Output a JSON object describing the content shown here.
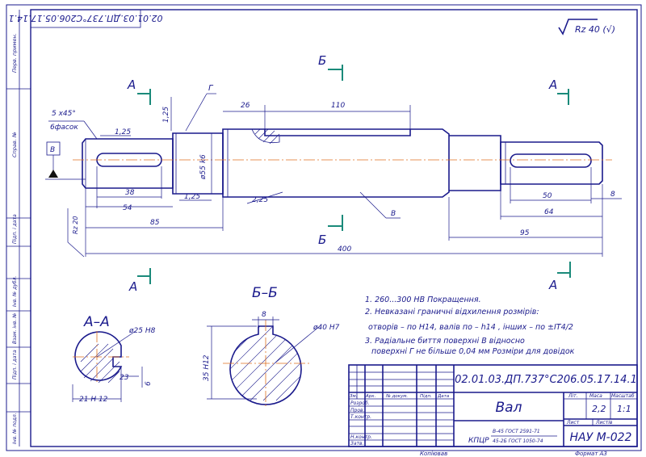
{
  "stamp_rotated": "02.01.03.ДП.737°С206.05.17.14.1",
  "roughness": "Rz 40 (√)",
  "section_labels": {
    "a": "А",
    "b": "Б",
    "aa": "А–А",
    "bb": "Б–Б"
  },
  "dimensions": {
    "chamfer": "5 x45°",
    "chamfer_count": "6фасок",
    "datum": "В",
    "leader_g": "Г",
    "leader_v": "В",
    "r125_left": "1,25",
    "r125_shoulder": "1,25",
    "r125_bottom": "1,25",
    "r225": "2,25",
    "d26": "26",
    "d110": "110",
    "d38": "38",
    "d54": "54",
    "d85": "85",
    "d400": "400",
    "d50": "50",
    "d64": "64",
    "d95": "95",
    "d8": "8",
    "rz20": "Rz 20",
    "phi55": "ø55 k6",
    "phi25": "ø25 H8",
    "phi40": "ø40 H7",
    "aa_21": "21 H 12",
    "aa_23": "23",
    "aa_6": "6",
    "bb_8": "8",
    "bb_35": "35 H12"
  },
  "notes": [
    "1. 260...300 HB Покращення.",
    "2. Невказані граничні відхилення розмірів:",
    "отворів – по H14, валів по – h14 , інших – по  ±IT4/2",
    "3. Радіальне биття поверхні В відносно",
    "поверхні Г не більше 0,04 мм Розміри для довідок"
  ],
  "title_block": {
    "doc_code": "02.01.03.ДП.737°С206.05.17.14.1",
    "part_name": "Вал",
    "head_cols": [
      "Зм.",
      "Арк.",
      "№ докум.",
      "Підп.",
      "Дата"
    ],
    "roles": [
      "Розроб.",
      "Пров.",
      "Т.контр.",
      "",
      "Н.контр.",
      "Затв."
    ],
    "lit": "Літ.",
    "mass_label": "Маса",
    "scale_label": "Масштаб",
    "mass": "2,2",
    "scale": "1:1",
    "sheet": "Лист",
    "sheets": "Листів",
    "material_main": "КПЦР",
    "material_top": "В-45 ГОСТ 2591-71",
    "material_bottom": "45-2Б ГОСТ 1050-74",
    "org": "НАУ  М-022",
    "copied": "Копіював",
    "format": "Формат    А3"
  },
  "side_labels": [
    "Перв. примен.",
    "Справ. №",
    "Підп. і дата",
    "Інв. № дубл.",
    "Взам. інв. №",
    "Підп. і дата",
    "Інв. № подл."
  ]
}
